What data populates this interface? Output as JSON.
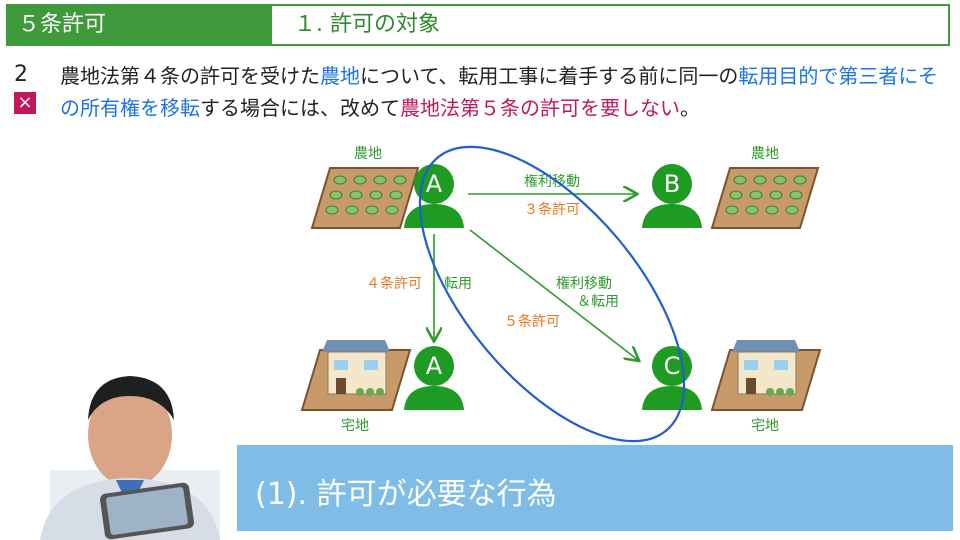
{
  "header": {
    "section": "５条許可",
    "topic": "１. 許可の対象"
  },
  "question": {
    "number": "2",
    "mark": "×",
    "parts": [
      {
        "text": "農地法第４条の許可を受けた",
        "color": "normal"
      },
      {
        "text": "農地",
        "color": "blue"
      },
      {
        "text": "について、転用工事に着手する前に同一の",
        "color": "normal"
      },
      {
        "text": "転用目的で第三者にその所有権を移転",
        "color": "blue"
      },
      {
        "text": "する場合には、改めて",
        "color": "normal"
      },
      {
        "text": "農地法第５条の許可を要しない",
        "color": "pink"
      },
      {
        "text": "。",
        "color": "normal"
      }
    ]
  },
  "diagram": {
    "labels": {
      "farmland_left": "農地",
      "farmland_right": "農地",
      "residential_left": "宅地",
      "residential_right": "宅地",
      "person_a_top": "A",
      "person_b": "B",
      "person_a_bottom": "A",
      "person_c": "C",
      "arrow_ab_top": "権利移動",
      "arrow_ab_bottom": "３条許可",
      "arrow_down_left": "４条許可",
      "arrow_down_right": "転用",
      "arrow_ac_line1": "権利移動",
      "arrow_ac_line2": "＆転用",
      "arrow_ac_permit": "５条許可"
    },
    "colors": {
      "green": "#2e9b2e",
      "orange": "#e8771e",
      "blue": "#1f5fd1",
      "person": "#1e9b22"
    }
  },
  "banner": {
    "text": "(1). 許可が必要な行為"
  }
}
